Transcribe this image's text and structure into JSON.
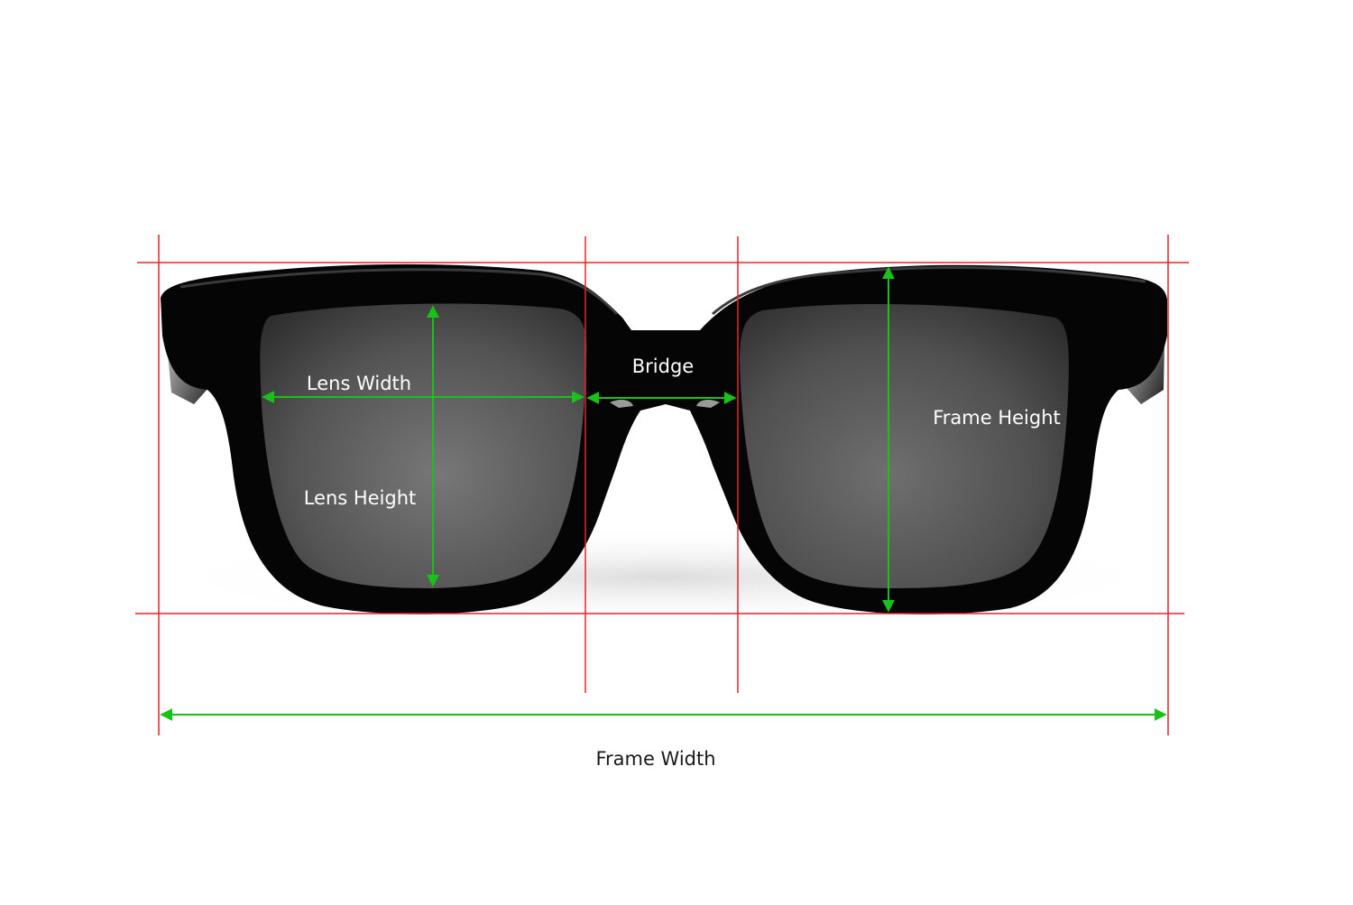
{
  "diagram": {
    "labels": {
      "lens_width": "Lens Width",
      "lens_height": "Lens Height",
      "bridge": "Bridge",
      "frame_height": "Frame Height",
      "frame_width": "Frame Width"
    },
    "colors": {
      "guide_line": "#e8232b",
      "measure_arrow": "#19c219",
      "frame": "#050505",
      "lens": "#5a5a5a",
      "background": "#ffffff"
    },
    "image": {
      "subject": "sunglasses-front-view"
    }
  }
}
